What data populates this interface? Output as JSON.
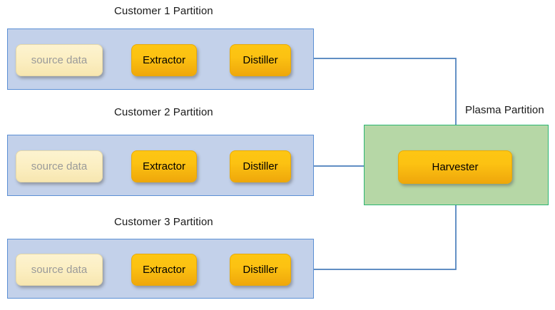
{
  "diagram": {
    "title_row1": "Customer 1 Partition",
    "title_row2": "Customer 2 Partition",
    "title_row3": "Customer 3 Partition",
    "title_plasma": "Plasma Partition",
    "colors": {
      "customer_partition_fill": "#c3d1ea",
      "customer_partition_border": "#5b8fd4",
      "plasma_partition_fill": "#b6d7a6",
      "plasma_partition_border": "#2bb673",
      "process_node_fill": "#fcc212",
      "process_node_text": "#000000",
      "source_node_fill": "#fbeec0",
      "source_node_text": "#9a9a9a",
      "connector": "#4a7ebb",
      "caption_text": "#1a1a1a"
    },
    "rows": [
      {
        "caption": "Customer 1 Partition",
        "source_label": "source data",
        "extractor_label": "Extractor",
        "distiller_label": "Distiller"
      },
      {
        "caption": "Customer 2 Partition",
        "source_label": "source data",
        "extractor_label": "Extractor",
        "distiller_label": "Distiller"
      },
      {
        "caption": "Customer 3 Partition",
        "source_label": "source data",
        "extractor_label": "Extractor",
        "distiller_label": "Distiller"
      }
    ],
    "plasma": {
      "caption": "Plasma Partition",
      "harvester_label": "Harvester"
    }
  }
}
